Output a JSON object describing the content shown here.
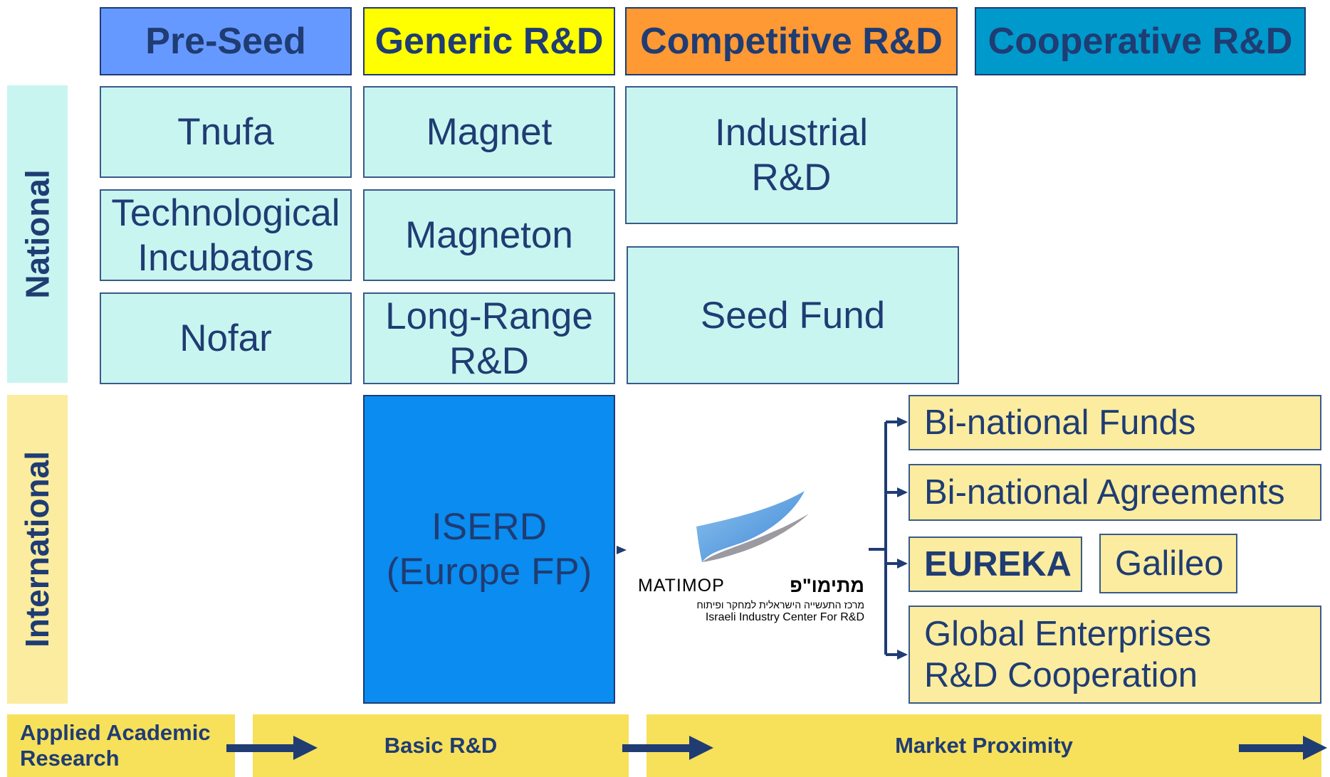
{
  "headers": {
    "pre_seed": "Pre-Seed",
    "generic": "Generic R&D",
    "competitive": "Competitive R&D",
    "cooperative": "Cooperative R&D"
  },
  "side_labels": {
    "national": "National",
    "international": "International"
  },
  "national": {
    "tnufa": "Tnufa",
    "incubators": "Technological\nIncubators",
    "nofar": "Nofar",
    "magnet": "Magnet",
    "magneton": "Magneton",
    "long_range": "Long-Range\nR&D",
    "industrial": "Industrial\nR&D",
    "seed_fund": "Seed Fund"
  },
  "international": {
    "iserd": "ISERD\n(Europe FP)",
    "binational_funds": "Bi-national Funds",
    "binational_agreements": "Bi-national Agreements",
    "eureka": "EUREKA",
    "galileo": "Galileo",
    "global": "Global Enterprises\nR&D Cooperation"
  },
  "logo": {
    "latin": "MATIMOP",
    "hebrew": "מתימו\"פ",
    "hebrew_sub": "מרכז התעשייה הישראלית למחקר ופיתוח",
    "english_sub": "Israeli Industry Center For R&D"
  },
  "bottom": {
    "applied": "Applied Academic\nResearch",
    "basic": "Basic R&D",
    "market": "Market Proximity"
  },
  "colors": {
    "pre_seed": "#6699ff",
    "generic": "#ffff00",
    "competitive": "#ff9933",
    "cooperative": "#0099cc",
    "national_fill": "#c8f5f0",
    "international_fill": "#fbec9f",
    "iserd_fill": "#0a8cf0",
    "band_fill": "#f7e05a",
    "text": "#1f3c73"
  }
}
